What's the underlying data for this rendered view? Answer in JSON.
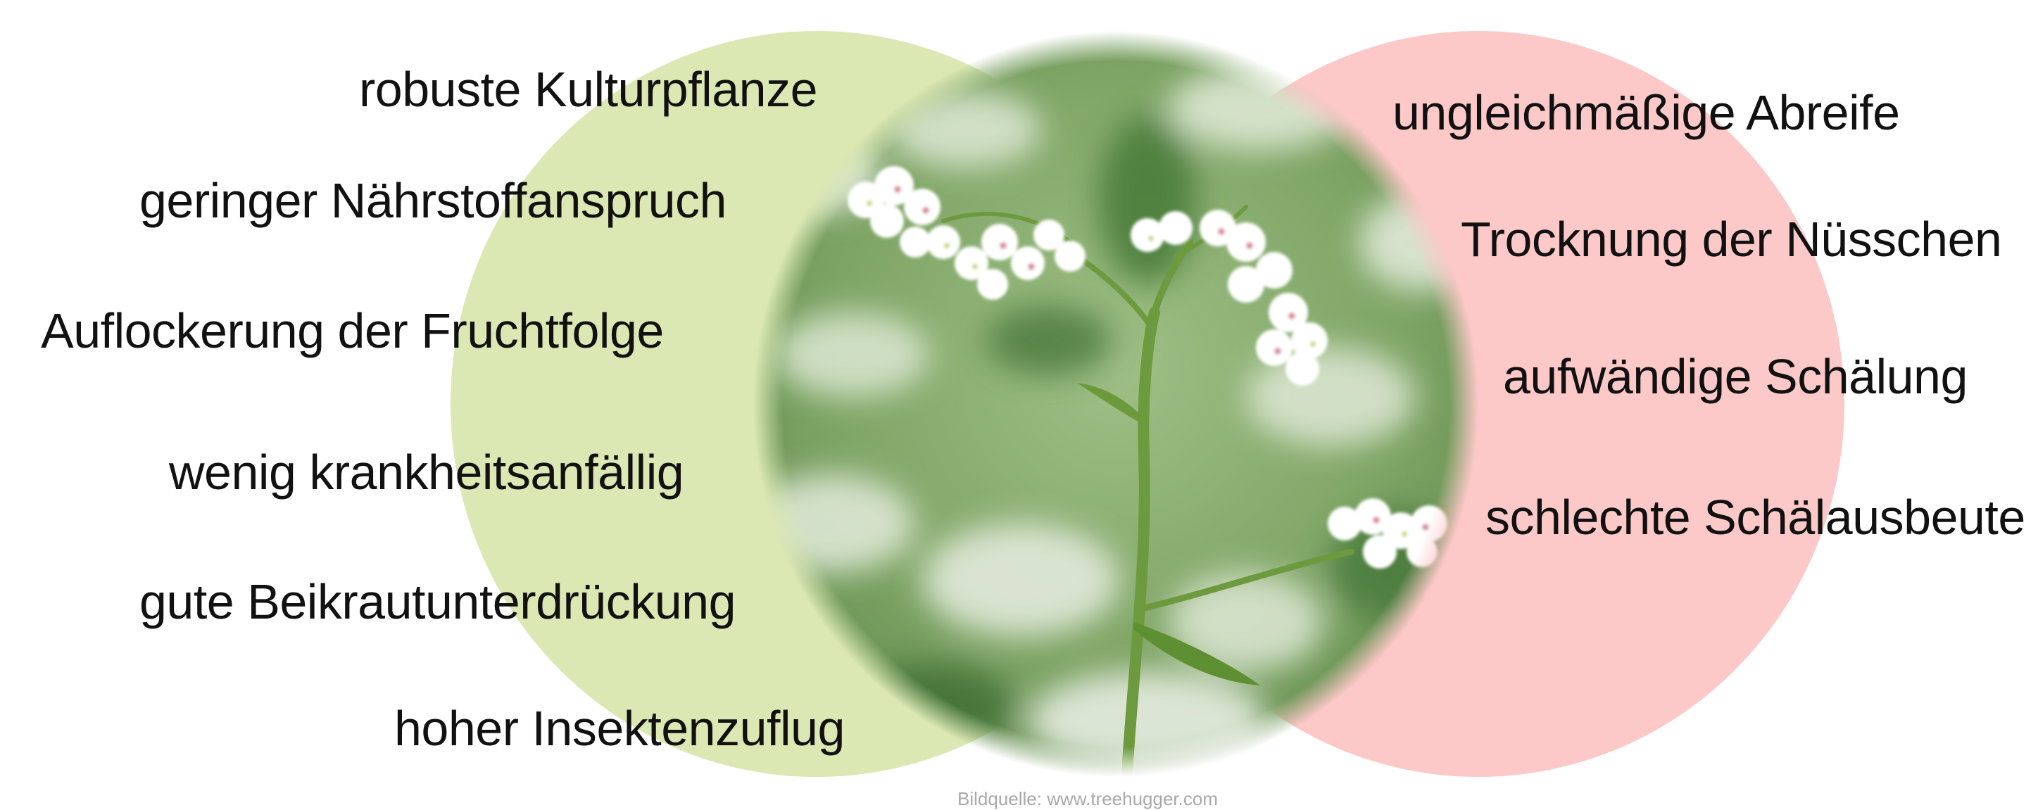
{
  "colors": {
    "pros_circle": "#dbe8b4",
    "cons_circle": "#fcc8c8",
    "text": "#111111",
    "caption": "#a8a8a8"
  },
  "pros": [
    "robuste Kulturpflanze",
    "geringer Nährstoffanspruch",
    "Auflockerung der Fruchtfolge",
    "wenig krankheitsanfällig",
    "gute Beikrautunterdrückung",
    "hoher Insektenzuflug"
  ],
  "cons": [
    "ungleichmäßige Abreife",
    "Trocknung der Nüsschen",
    "aufwändige Schälung",
    "schlechte Schälausbeute"
  ],
  "caption": "Bildquelle: www.treehugger.com"
}
